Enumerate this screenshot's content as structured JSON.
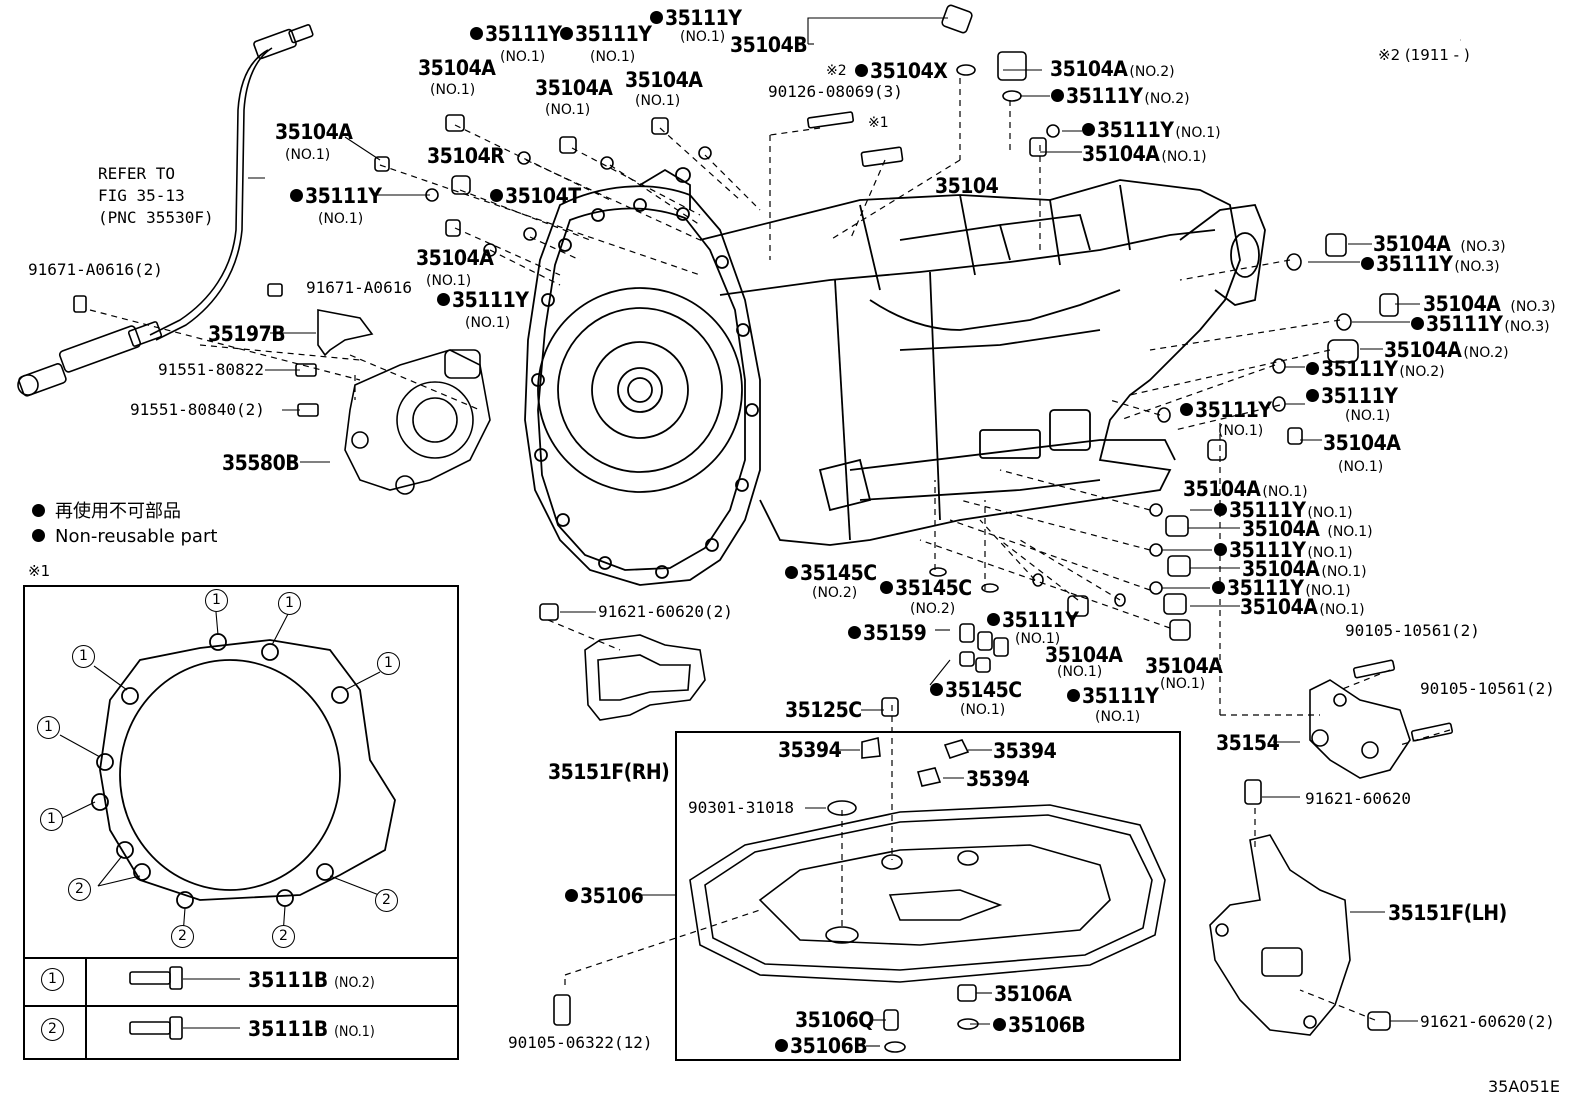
{
  "figure_code": "35A051E",
  "note_top_right": "※2 (1911 -      )",
  "refer_to": [
    "REFER TO",
    "FIG 35-13",
    "(PNC 35530F)"
  ],
  "legend": {
    "jp": "再使用不可部品",
    "en": "Non-reusable part"
  },
  "inset": {
    "mark": "※1",
    "circle_one": "1",
    "circle_two": "2",
    "rows": [
      {
        "key": "1",
        "part": "35111B",
        "qual": "(NO.2)"
      },
      {
        "key": "2",
        "part": "35111B",
        "qual": "(NO.1)"
      }
    ]
  },
  "labels": {
    "p35111y_a": "35111Y",
    "p35111y_a_q": "(NO.1)",
    "p35111y_b": "35111Y",
    "p35111y_b_q": "(NO.1)",
    "p35111y_c": "35111Y",
    "p35111y_c_q": "(NO.1)",
    "p35104b": "35104B",
    "p35104x_mark": "※2",
    "p35104x": "35104X",
    "p90126": "90126-08069(3)",
    "mark1": "※1",
    "p35104a_1": "35104A",
    "p35104a_1_q": "(NO.1)",
    "p35104a_2": "35104A",
    "p35104a_2_q": "(NO.1)",
    "p35104a_3": "35104A",
    "p35104a_3_q": "(NO.1)",
    "p35104a_4": "35104A",
    "p35104a_4_q": "(NO.1)",
    "p35104r": "35104R",
    "p35111y_d": "35111Y",
    "p35111y_d_q": "(NO.1)",
    "p35104t": "35104T",
    "p35104a_5": "35104A",
    "p35104a_5_q": "(NO.1)",
    "p35111y_e": "35111Y",
    "p35111y_e_q": "(NO.1)",
    "p35104": "35104",
    "p91671_a": "91671-A0616(2)",
    "p91671_b": "91671-A0616",
    "p35197b": "35197B",
    "p91551_a": "91551-80822",
    "p91551_b": "91551-80840(2)",
    "p35580b": "35580B",
    "r35104a_no2": "35104A",
    "r35104a_no2_q": "(NO.2)",
    "r35111y_no2": "35111Y",
    "r35111y_no2_q": "(NO.2)",
    "r35111y_no1": "35111Y",
    "r35111y_no1_q": "(NO.1)",
    "r35104a_no1": "35104A",
    "r35104a_no1_q": "(NO.1)",
    "r35104a_no3a": "35104A",
    "r35104a_no3a_q": "(NO.3)",
    "r35111y_no3a": "35111Y",
    "r35111y_no3a_q": "(NO.3)",
    "r35104a_no3b": "35104A",
    "r35104a_no3b_q": "(NO.3)",
    "r35111y_no3b": "35111Y",
    "r35111y_no3b_q": "(NO.3)",
    "r35104a_no2b": "35104A",
    "r35104a_no2b_q": "(NO.2)",
    "r35111y_no2b": "35111Y",
    "r35111y_no2b_q": "(NO.2)",
    "r35111y_s1": "35111Y",
    "r35111y_s1_q": "(NO.1)",
    "r35111y_s2": "35111Y",
    "r35111y_s2_q": "(NO.1)",
    "r35104a_s2": "35104A",
    "r35104a_s2_q": "(NO.1)",
    "r35104a_s3": "35104A",
    "r35104a_s3_q": "(NO.1)",
    "r35111y_s4": "35111Y",
    "r35111y_s4_q": "(NO.1)",
    "r35104a_s4": "35104A",
    "r35104a_s4_q": "(NO.1)",
    "r35111y_s5": "35111Y",
    "r35111y_s5_q": "(NO.1)",
    "r35104a_s5": "35104A",
    "r35104a_s5_q": "(NO.1)",
    "r35111y_s6": "35111Y",
    "r35111y_s6_q": "(NO.1)",
    "r35104a_s6": "35104A",
    "r35104a_s6_q": "(NO.1)",
    "b35145c_a": "35145C",
    "b35145c_a_q": "(NO.2)",
    "b35145c_b": "35145C",
    "b35145c_b_q": "(NO.2)",
    "b35111y_a": "35111Y",
    "b35111y_a_q": "(NO.1)",
    "b35159": "35159",
    "b35104a_a": "35104A",
    "b35104a_a_q": "(NO.1)",
    "b35104a_b": "35104A",
    "b35104a_b_q": "(NO.1)",
    "b35145c_c": "35145C",
    "b35145c_c_q": "(NO.1)",
    "b35111y_b": "35111Y",
    "b35111y_b_q": "(NO.1)",
    "p91621_a": "91621-60620(2)",
    "p35151f_rh": "35151F(RH)",
    "p35125c": "35125C",
    "p35394_a": "35394",
    "p35394_b": "35394",
    "p35394_c": "35394",
    "p90301": "90301-31018",
    "p35106": "35106",
    "p35106a": "35106A",
    "p35106q": "35106Q",
    "p35106b_a": "35106B",
    "p35106b_b": "35106B",
    "p90105_06322": "90105-06322(12)",
    "p90105_a": "90105-10561(2)",
    "p90105_b": "90105-10561(2)",
    "p35154": "35154",
    "p91621_b": "91621-60620",
    "p35151f_lh": "35151F(LH)",
    "p91621_c": "91621-60620(2)"
  }
}
